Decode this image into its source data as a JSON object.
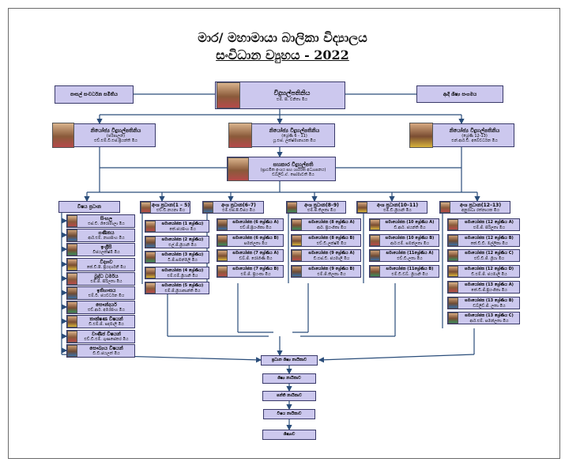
{
  "header": {
    "title": "මාර/ මහාමායා බාලිකා විද්‍යාලය",
    "subtitle": "සංවිධාන ව්‍යුහය - 2022"
  },
  "principal": {
    "role": "විදුහල්පතිනිය",
    "name": "එම්. සී. වනිතා මිය"
  },
  "sdc": {
    "label": "පාසල් සංවර්ධන සමිතිය"
  },
  "oba": {
    "label": "ආදි ශිෂ්‍ය සංගමය"
  },
  "deputies": [
    {
      "role": "නියෝජ්‍ය විදුහල්පතිනිය",
      "sub": "(පරිපාලන)",
      "name": "එච්.එම්.වී.එස්.ප්‍රියන්ති මිය"
    },
    {
      "role": "නියෝජ්‍ය විදුහල්පතිනිය",
      "sub": "(ශ්‍රේණි 6 - 11)",
      "name": "යූ.එස්. ලක්ෂ්මානායක මිය"
    },
    {
      "role": "නියෝජ්‍ය විදුහල්පතිනිය",
      "sub": "(ශ්‍රේණි 12-13)",
      "name": "එන්.ආර්.ඩී. අබේවර්ධන මිය"
    }
  ],
  "assistant": {
    "role": "සහකාර විදුහල්පති",
    "sub": "(ප්‍රාථමික අංශය සහ ශාරීරික අධ්‍යාපනය)",
    "name": "ඩබ්ලිව්.ඒ. සෝමාවතී මිය"
  },
  "subjects": {
    "head": "විෂය ප්‍රධාන",
    "items": [
      {
        "subj": "සිංහල",
        "name": "එස්.ඩී. ශිරෝමාලා මිය"
      },
      {
        "subj": "ගණිතය",
        "name": "ආර්.එම්. නාගසිංහ මිය"
      },
      {
        "subj": "ඉංග්‍රීසි",
        "name": "විජයලක්ෂ්මී මිය"
      },
      {
        "subj": "විද්‍යාව",
        "name": "කේ.ඩී.පී. ප්‍රියදර්ශනී මිය"
      },
      {
        "subj": "බුද්ධ ධර්මය",
        "name": "එම්.ජී. සිරිලතා මිය"
      },
      {
        "subj": "ඉතිහාසය",
        "name": "එම්.වී. ජයවර්ධන මිය"
      },
      {
        "subj": "සෞන්දර්ය",
        "name": "එච්.ආර්. අමරසිංහ මිය"
      },
      {
        "subj": "තාක්ෂණ විෂයන්",
        "name": "ඩී.එම්.ජී. සඳමාලි මිය"
      },
      {
        "subj": "වාණිජ විෂයන්",
        "name": "එච්.ඩී.එම්. ගුණසේකර මිය"
      },
      {
        "subj": "සෞඛ්‍යය විෂයන්",
        "name": "ඩී.ඩී.ජයලත් මිය"
      }
    ]
  },
  "grades": [
    {
      "label": "අංශ ප්‍රධාන(1 – 5)",
      "name": "එච්.ඩී.නයනා මිය",
      "coords": [
        {
          "l": "සමායෝජක (1 ශ්‍රේණිය)",
          "n": "කේ.ජයසිංහ මිය"
        },
        {
          "l": "සමායෝජක (2 ශ්‍රේණිය)",
          "n": "එල්.ජී.ශ්‍රියානි මිය"
        },
        {
          "l": "සමායෝජක (3 ශ්‍රේණිය)",
          "n": "ටී.ජී.සමන්මලි මිය"
        },
        {
          "l": "සමායෝජක (4 ශ්‍රේණිය)",
          "n": "එම්.එම්.ශ්‍රියානි මිය"
        },
        {
          "l": "සමායෝජක (5 ශ්‍රේණිය)",
          "n": "එම්.ජී.ශ්‍රියාකාන්ති මිය"
        }
      ]
    },
    {
      "label": "අංශ ප්‍රධාන(6–7)",
      "name": "එම්.එස්.පී.විජය මිය",
      "coords": [
        {
          "l": "සමායෝජක (6 ශ්‍රේණිය A)",
          "n": "එච්.ජී.ප්‍රියංගිකා මිය"
        },
        {
          "l": "සමායෝජක (6 ශ්‍රේණිය B)",
          "n": "සමන්ලතා මිය"
        },
        {
          "l": "සමායෝජක (7 ශ්‍රේණිය A)",
          "n": "ඩබ්.ජී. රෝහිණි මිය"
        },
        {
          "l": "සමායෝජක (7 ශ්‍රේණිය B)",
          "n": "එම්.ජී. ප්‍රියංකා මිය"
        }
      ]
    },
    {
      "label": "අංශ ප්‍රධාන(8–9)",
      "name": "එම්.ජී.තිලකා මිය",
      "coords": [
        {
          "l": "සමායෝජක (8 ශ්‍රේණිය A)",
          "n": "ආර්. ප්‍රියංගිකා මිය"
        },
        {
          "l": "සමායෝජක (8 ශ්‍රේණිය B)",
          "n": "එච්.ඩී.ලක්ෂ්මී මිය"
        },
        {
          "l": "සමායෝජක (9 ශ්‍රේණිය A)",
          "n": "ඩී.එස්.ඩී. ජයමාලි මිය"
        },
        {
          "l": "සමායෝජක (9 ශ්‍රේණිය B)",
          "n": "එම්.ජී.තිලකා මිය"
        }
      ]
    },
    {
      "label": "අංශ ප්‍රධාන(10–11)",
      "name": "එම්.ඩී.ශ්‍රියානි මිය",
      "coords": [
        {
          "l": "සමායෝජක (10 ශ්‍රේණිය A)",
          "n": "ඩී.ආර්. ජයන්ති මිය"
        },
        {
          "l": "සමායෝජක (10 ශ්‍රේණිය B)",
          "n": "ආර්.එම්. සමන්ලතා මිය"
        },
        {
          "l": "සමායෝජක (11ශ්‍රේණිය A)",
          "n": "එච්.ඩී.ලතා මිය"
        },
        {
          "l": "සමායෝජක (11ශ්‍රේණිය B)",
          "n": "එම්.ඩී.ඩබ්. ශ්‍රියානි මිය"
        }
      ]
    },
    {
      "label": "අංශ ප්‍රධාන(12–13)",
      "name": "අනුරාධා රත්නායක මිය",
      "coords": [
        {
          "l": "සමායෝජක (12 ශ්‍රේණිය A)",
          "n": "එම්.ජී. සිරිලතා මිය"
        },
        {
          "l": "සමායෝජක (12 ශ්‍රේණිය B)",
          "n": "කේ.ඩී.ඩී. මල්ලිකා මිය"
        },
        {
          "l": "සමායෝජක (12 ශ්‍රේණිය C)",
          "n": "එච්.ඩී.ජී. ශ්‍රියා මිය"
        },
        {
          "l": "සමායෝජක (12 ශ්‍රේණිය D)",
          "n": "ඩී.එම්.ජී. ජයමාලි මිය"
        },
        {
          "l": "සමායෝජක (13 ශ්‍රේණිය A)",
          "n": "කේ.ඩී.ජී.ප්‍රියංගිකා මිය"
        },
        {
          "l": "සමායෝජක (13 ශ්‍රේණිය B)",
          "n": "ඩබ්ලිව්.ජී. ලතා මිය"
        },
        {
          "l": "සමායෝජක (13 ශ්‍රේණිය C)",
          "n": "ආර්.එම්. සමන්ලතා මිය"
        }
      ]
    }
  ],
  "chain": [
    "ප්‍රධාන ශිෂ්‍ය නායිකාව",
    "ශිෂ්‍ය නායිකාව",
    "පන්ති නායිකාව",
    "විෂය නායිකාව",
    "ශිෂ්‍යාව"
  ]
}
